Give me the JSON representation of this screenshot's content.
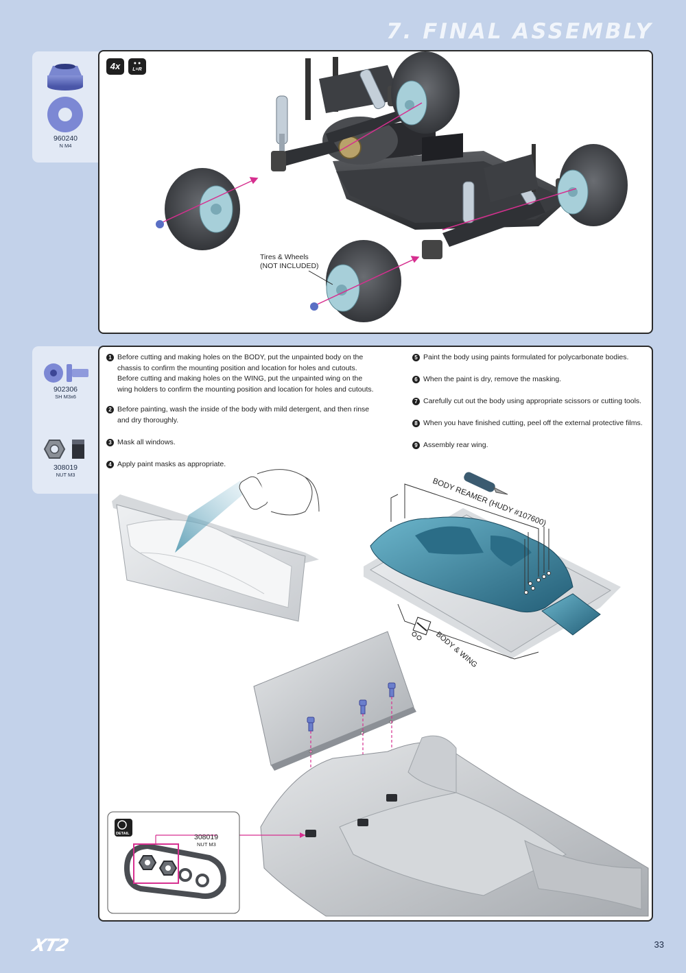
{
  "header": {
    "title": "7. FINAL ASSEMBLY"
  },
  "parts_top": [
    {
      "code": "960240",
      "name": "N M4",
      "icon": "flanged-nut-icon"
    }
  ],
  "parts_bottom": [
    {
      "code": "902306",
      "name": "SH M3x6",
      "icon": "screw-icon"
    },
    {
      "code": "308019",
      "name": "NUT M3",
      "icon": "hex-nut-icon"
    }
  ],
  "step1": {
    "qty_badge": "4x",
    "lr_badge": "L=R",
    "callout": [
      "Tires & Wheels",
      "(NOT INCLUDED)"
    ]
  },
  "instructions_left": [
    {
      "n": "1",
      "text": "Before cutting and making holes on the BODY, put the unpainted body on the chassis to confirm the mounting position and location for holes and cutouts. Before cutting and making holes on the WING, put the unpainted wing on the wing holders to confirm the mounting position and location for holes and cutouts."
    },
    {
      "n": "2",
      "text": "Before painting, wash the inside of the body with mild detergent, and then rinse and dry thoroughly."
    },
    {
      "n": "3",
      "text": "Mask all windows."
    },
    {
      "n": "4",
      "text": "Apply paint masks as appropriate."
    }
  ],
  "instructions_right": [
    {
      "n": "5",
      "text": "Paint the body using paints formulated for polycarbonate bodies."
    },
    {
      "n": "6",
      "text": "When the paint is dry, remove the masking."
    },
    {
      "n": "7",
      "text": "Carefully cut out the body using appropriate scissors or cutting tools."
    },
    {
      "n": "8",
      "text": "When you have finished cutting, peel off the external protective films."
    },
    {
      "n": "9",
      "text": "Assembly rear wing."
    }
  ],
  "step2": {
    "reamer_label": "BODY REAMER (HUDY #107600)",
    "scissors_label": "BODY & WING",
    "detail_badge": "DETAIL",
    "detail_code": "308019",
    "detail_name": "NUT M3"
  },
  "footer": {
    "logo": "XT2",
    "page_number": "33"
  },
  "colors": {
    "page_bg": "#c3d2ea",
    "panel_bg": "#e2e9f5",
    "accent": "#d62f8f",
    "paint": "#3f8ea8",
    "hardware": "#5a6fc4"
  }
}
